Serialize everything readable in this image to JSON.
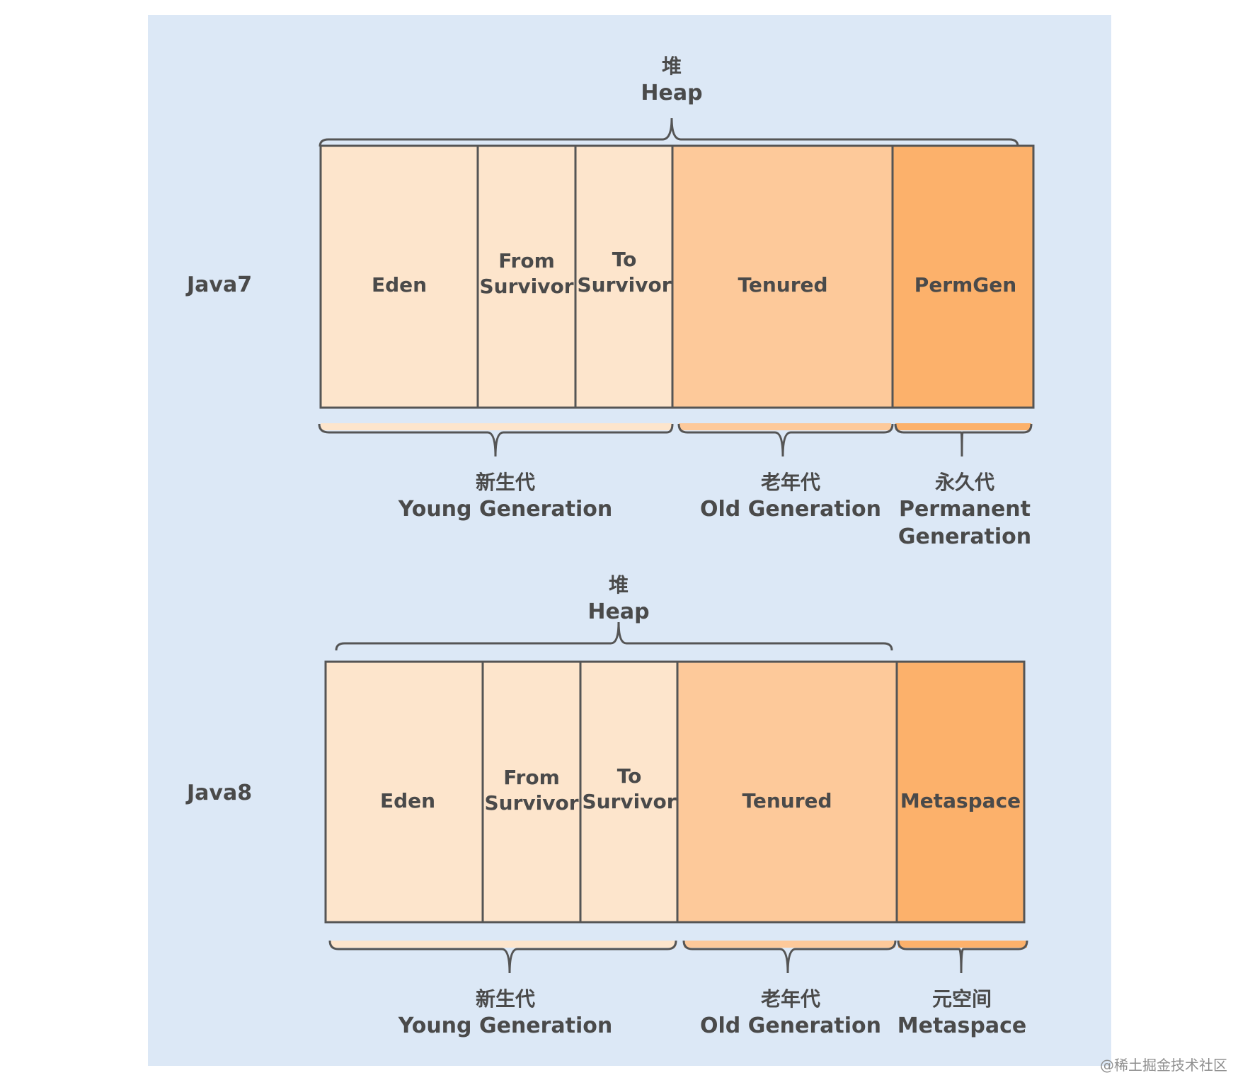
{
  "colors": {
    "background": "#dce8f6",
    "young": "#fde5cc",
    "old": "#fdc99a",
    "meta": "#fcb16b",
    "stroke": "#555555",
    "text": "#4a4a4a"
  },
  "java7": {
    "row_label": "Java7",
    "heap_label_cn": "堆",
    "heap_label_en": "Heap",
    "eden": "Eden",
    "from_line1": "From",
    "from_line2": "Survivor",
    "to_line1": "To",
    "to_line2": "Survivor",
    "tenured": "Tenured",
    "permgen": "PermGen",
    "young_cn": "新生代",
    "young_en": "Young Generation",
    "old_cn": "老年代",
    "old_en": "Old Generation",
    "perm_cn": "永久代",
    "perm_en_line1": "Permanent",
    "perm_en_line2": "Generation"
  },
  "java8": {
    "row_label": "Java8",
    "heap_label_cn": "堆",
    "heap_label_en": "Heap",
    "eden": "Eden",
    "from_line1": "From",
    "from_line2": "Survivor",
    "to_line1": "To",
    "to_line2": "Survivor",
    "tenured": "Tenured",
    "metaspace": "Metaspace",
    "young_cn": "新生代",
    "young_en": "Young Generation",
    "old_cn": "老年代",
    "old_en": "Old Generation",
    "meta_cn": "元空间",
    "meta_en": "Metaspace"
  },
  "watermark": "@稀土掘金技术社区"
}
